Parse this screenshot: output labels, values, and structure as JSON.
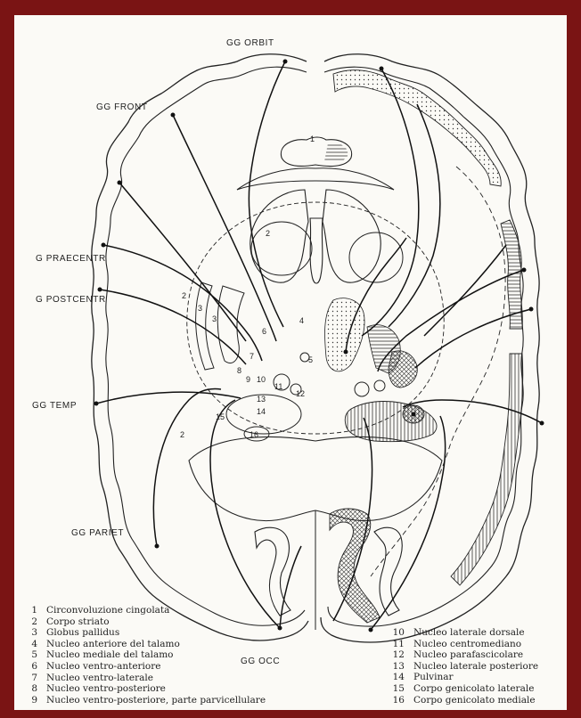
{
  "region_labels": {
    "gg_orbit": "GG ORBIT",
    "gg_front": "GG FRONT",
    "g_praecentr": "G PRAECENTR",
    "g_postcentr": "G POSTCENTR",
    "gg_temp": "GG TEMP",
    "gg_pariet": "GG PARIET",
    "gg_occ": "GG OCC"
  },
  "diagram_numbers": {
    "n1": "1",
    "n2a": "2",
    "n2b": "2",
    "n2c": "2",
    "n3a": "3",
    "n3b": "3",
    "n4": "4",
    "n5": "5",
    "n6": "6",
    "n7": "7",
    "n8": "8",
    "n9": "9",
    "n10": "10",
    "n11": "11",
    "n12": "12",
    "n13": "13",
    "n14": "14",
    "n15": "15",
    "n16": "16"
  },
  "legend": {
    "left": [
      {
        "num": "1",
        "text": "Circonvoluzione cingolata"
      },
      {
        "num": "2",
        "text": "Corpo striato"
      },
      {
        "num": "3",
        "text": "Globus pallidus"
      },
      {
        "num": "4",
        "text": "Nucleo anteriore del talamo"
      },
      {
        "num": "5",
        "text": "Nucleo mediale del talamo"
      },
      {
        "num": "6",
        "text": "Nucleo ventro-anteriore"
      },
      {
        "num": "7",
        "text": "Nucleo ventro-laterale"
      },
      {
        "num": "8",
        "text": "Nucleo ventro-posteriore"
      },
      {
        "num": "9",
        "text": "Nucleo ventro-posteriore, parte parvicellulare"
      }
    ],
    "right": [
      {
        "num": "10",
        "text": "Nucleo laterale dorsale"
      },
      {
        "num": "11",
        "text": "Nucleo centromediano"
      },
      {
        "num": "12",
        "text": "Nucleo parafascicolare"
      },
      {
        "num": "13",
        "text": "Nucleo laterale posteriore"
      },
      {
        "num": "14",
        "text": "Pulvinar"
      },
      {
        "num": "15",
        "text": "Corpo genicolato laterale"
      },
      {
        "num": "16",
        "text": "Corpo genicolato mediale"
      }
    ]
  }
}
